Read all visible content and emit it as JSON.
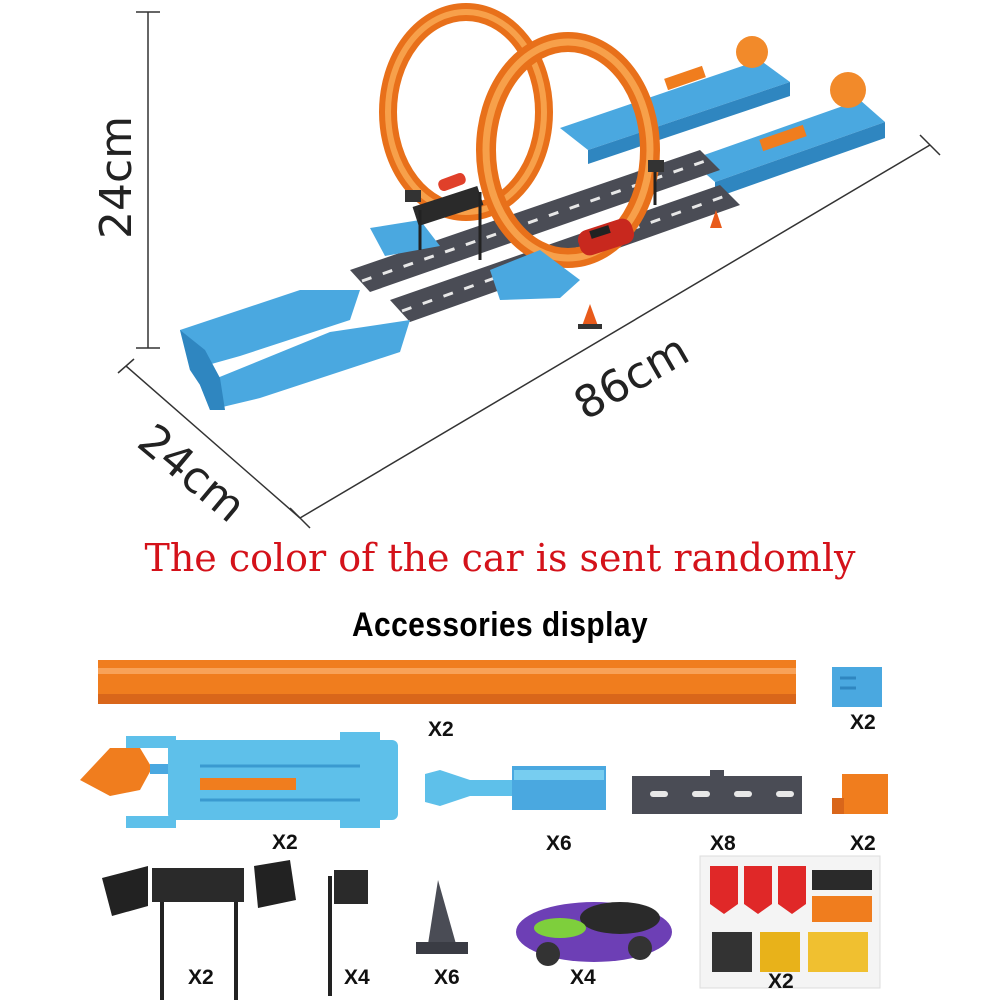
{
  "dimensions": {
    "height": "24cm",
    "length": "86cm",
    "depth": "24cm"
  },
  "notice": "The color of the car is sent randomly",
  "heading": "Accessories display",
  "colors": {
    "track_orange": "#f07d1e",
    "track_blue": "#4aa8e0",
    "road_gray": "#4a4c55",
    "notice_red": "#d4121a"
  },
  "accessories": [
    {
      "item": "orange-track-strip",
      "qty": "X2"
    },
    {
      "item": "blue-end-cap",
      "qty": "X2"
    },
    {
      "item": "launcher-base",
      "qty": "X2"
    },
    {
      "item": "blue-ramp-connector",
      "qty": "X6"
    },
    {
      "item": "gray-road-segment",
      "qty": "X8"
    },
    {
      "item": "orange-end-cap",
      "qty": "X2"
    },
    {
      "item": "finish-line-gate",
      "qty": "X2"
    },
    {
      "item": "flag-post",
      "qty": "X4"
    },
    {
      "item": "traffic-cone",
      "qty": "X6"
    },
    {
      "item": "toy-car",
      "qty": "X4"
    },
    {
      "item": "sticker-sheet",
      "qty": "X2"
    }
  ]
}
